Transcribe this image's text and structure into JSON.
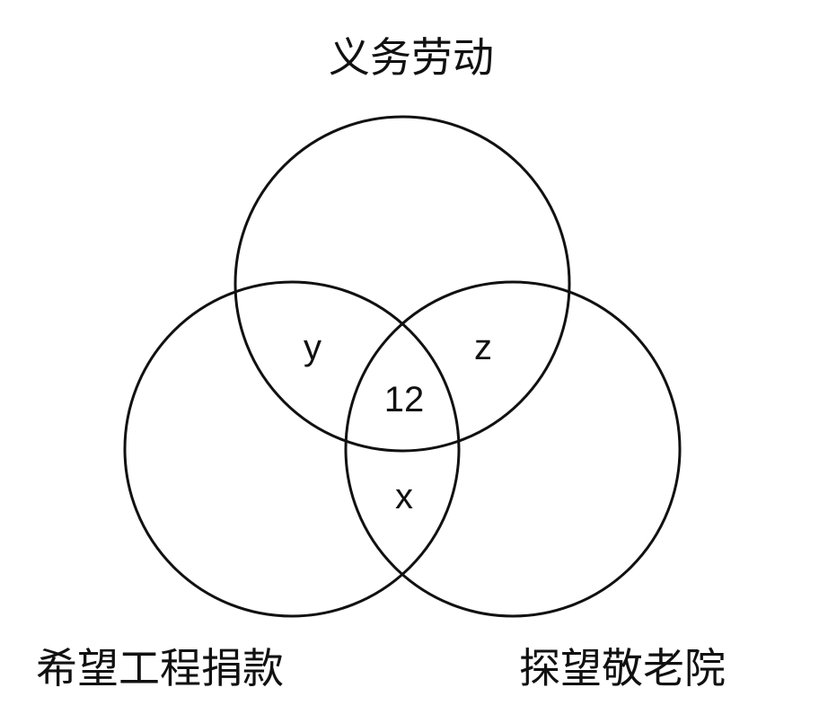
{
  "sets": {
    "top": {
      "label": "义务劳动"
    },
    "left": {
      "label": "希望工程捐款"
    },
    "right": {
      "label": "探望敬老院"
    }
  },
  "regions": {
    "top_left": "y",
    "top_right": "z",
    "center": "12",
    "left_right": "x"
  },
  "colors": {
    "stroke": "#111111",
    "text": "#111111",
    "background": "#ffffff"
  }
}
